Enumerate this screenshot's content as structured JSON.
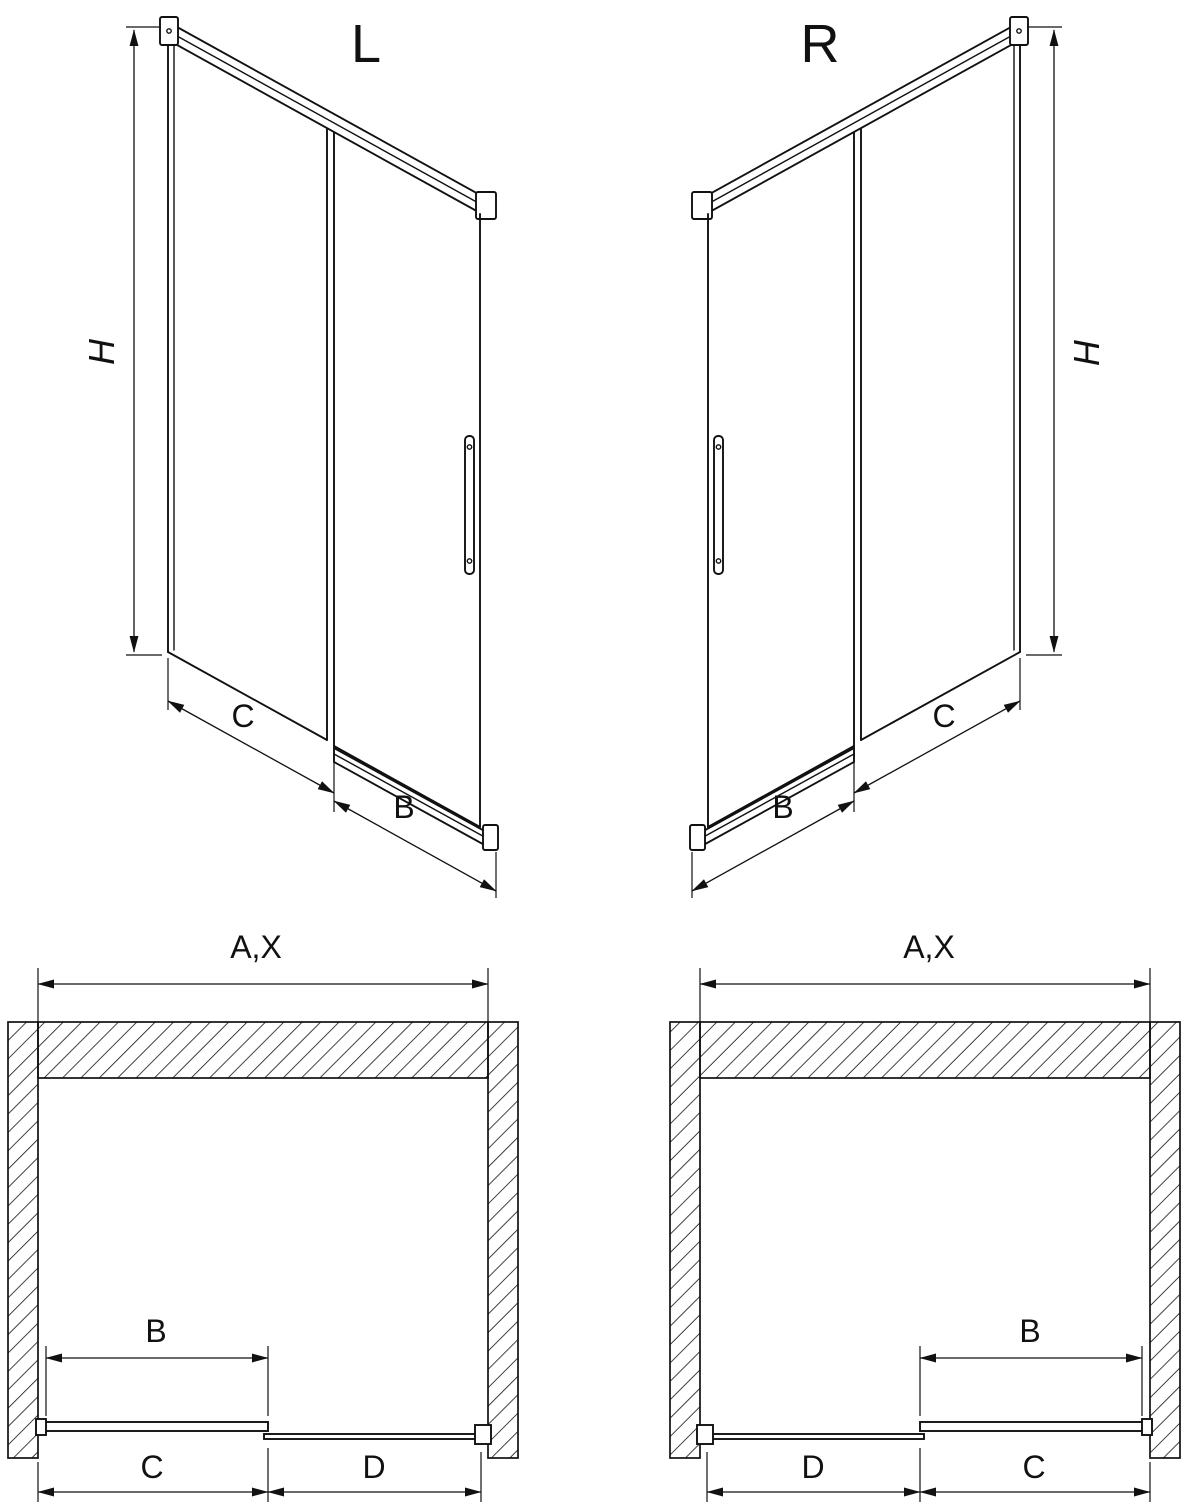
{
  "colors": {
    "background": "#ffffff",
    "line": "#111111"
  },
  "iso_left": {
    "label": "L",
    "dim_height": "H",
    "dim_fixed_width": "C",
    "dim_door_width": "B"
  },
  "iso_right": {
    "label": "R",
    "dim_height": "H",
    "dim_fixed_width": "C",
    "dim_door_width": "B"
  },
  "plan_left": {
    "dim_overall": "A,X",
    "dim_door": "B",
    "dim_bottom_left": "C",
    "dim_bottom_right": "D"
  },
  "plan_right": {
    "dim_overall": "A,X",
    "dim_door": "B",
    "dim_bottom_left": "D",
    "dim_bottom_right": "C"
  }
}
